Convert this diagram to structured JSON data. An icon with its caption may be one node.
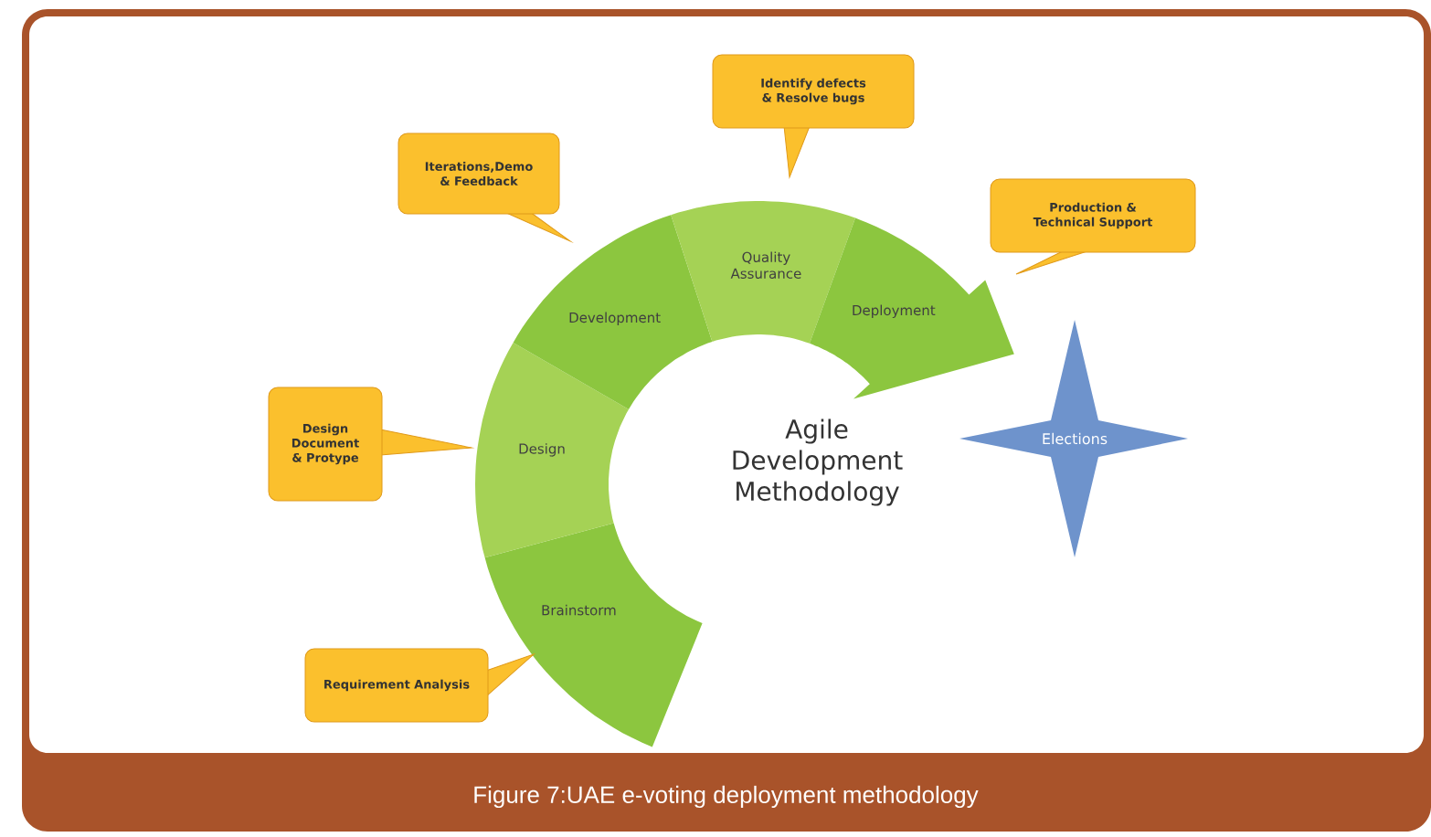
{
  "diagram": {
    "caption": "Figure 7:UAE e-voting deployment methodology",
    "nodes": [
      {
        "text": [
          "Brainstorm"
        ]
      },
      {
        "text": [
          "Design"
        ]
      },
      {
        "text": [
          "Development"
        ]
      },
      {
        "text": [
          "Quality Assurance"
        ]
      },
      {
        "text": [
          "Deployment"
        ]
      },
      {
        "text": [
          "Elections"
        ]
      },
      {
        "text": [
          "Requirement Analysis"
        ]
      },
      {
        "text": [
          "Design Document & Protype"
        ]
      },
      {
        "text": [
          "Iterations,Demo & Feedback"
        ]
      },
      {
        "text": [
          "Identify defects & Resolve bugs"
        ]
      },
      {
        "text": [
          "Production & Technical Support"
        ]
      }
    ],
    "labels": [
      "Agile Development Methodology"
    ]
  }
}
